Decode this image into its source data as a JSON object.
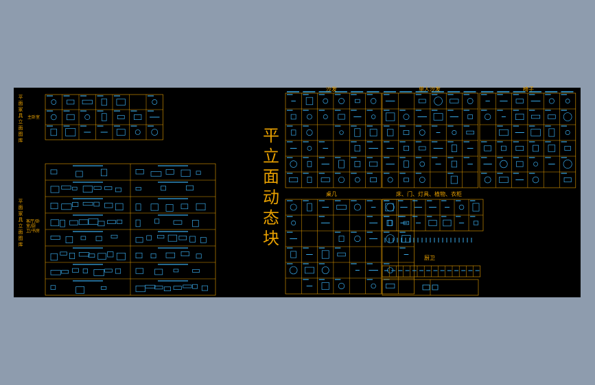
{
  "background_color": "#8e9cae",
  "canvas_color": "#000000",
  "line_color": "#e8a000",
  "symbol_color": "#39a9e8",
  "left_panel": {
    "label_top": "平面家具立面图库",
    "label_top_side": "主卧室",
    "label_bottom": "平面家具立面图库",
    "label_bottom_side": "客厅/卧室/厨卫/书房"
  },
  "main_title": "平立面动态块",
  "sections": {
    "sofa": "沙发",
    "single_sofa": "单人沙发",
    "chair": "椅子",
    "coffee_table": "桌几",
    "bed_door_lamp": "床、门、灯具、植物、衣柜",
    "kitchen_bath": "厨卫"
  }
}
